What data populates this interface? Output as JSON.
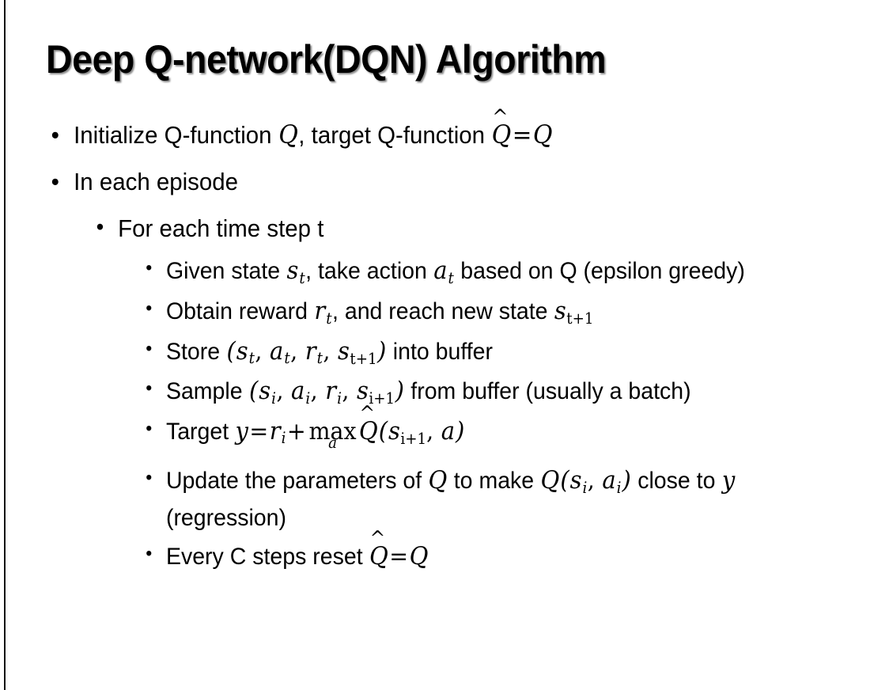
{
  "slide": {
    "title": "Deep Q-network(DQN) Algorithm",
    "bullet_glyph": "•",
    "hat_glyph": "^",
    "colors": {
      "background": "#ffffff",
      "text": "#000000",
      "edge_rule": "#141414",
      "title_shadow": "rgba(120,120,120,0.85)"
    },
    "bullets": {
      "initialize": {
        "lead": "Initialize Q-function ",
        "var_q1": "Q",
        "comma_target": ", target Q-function ",
        "var_qhat": "Q",
        "equals": "=",
        "var_q2": "Q"
      },
      "in_each_episode": "In each episode",
      "for_each_time_step": "For each time step t",
      "given_state": {
        "lead": "Given state ",
        "var_s": "s",
        "sub_t": "t",
        "mid": ", take action ",
        "var_a": "a",
        "sub_t2": "t",
        "tail": " based on Q (epsilon greedy)"
      },
      "obtain_reward": {
        "lead": "Obtain reward ",
        "var_r": "r",
        "sub_t": "t",
        "mid": ", and reach new state ",
        "var_s": "s",
        "sub_t1": "t+1"
      },
      "store": {
        "lead": "Store ",
        "paren_open": "(",
        "var_s": "s",
        "sub_t": "t",
        "sep1": ", ",
        "var_a": "a",
        "sub_t2": "t",
        "sep2": ", ",
        "var_r": "r",
        "sub_t3": "t",
        "sep3": ", ",
        "var_s2": "s",
        "sub_t4": "t+1",
        "paren_close": ")",
        "tail": " into buffer"
      },
      "sample": {
        "lead": "Sample ",
        "paren_open": "(",
        "var_s": "s",
        "sub_i": "i",
        "sep1": ", ",
        "var_a": "a",
        "sub_i2": "i",
        "sep2": ", ",
        "var_r": "r",
        "sub_i3": "i",
        "sep3": ", ",
        "var_s2": "s",
        "sub_i4": "i+1",
        "paren_close": ")",
        "tail": " from buffer (usually a batch)"
      },
      "target": {
        "lead": "Target ",
        "var_y": "y",
        "equals": "=",
        "var_r": "r",
        "sub_i": "i",
        "plus": "+",
        "op_max": "max",
        "op_sub": "a",
        "var_qhat": "Q",
        "paren_open": "(",
        "var_s": "s",
        "sub_i1": "i+1",
        "sep": ", ",
        "var_a": "a",
        "paren_close": ")"
      },
      "update": {
        "lead": "Update the parameters of ",
        "var_q1": "Q",
        "mid": " to make ",
        "var_q2": "Q",
        "paren_open": "(",
        "var_s": "s",
        "sub_i": "i",
        "sep": ", ",
        "var_a": "a",
        "sub_i2": "i",
        "paren_close": ")",
        "tail": " close to ",
        "var_y": "y",
        "tail2": " (regression)"
      },
      "every_c_steps": {
        "lead": "Every C steps reset ",
        "var_qhat": "Q",
        "equals": "=",
        "var_q": "Q"
      }
    }
  }
}
